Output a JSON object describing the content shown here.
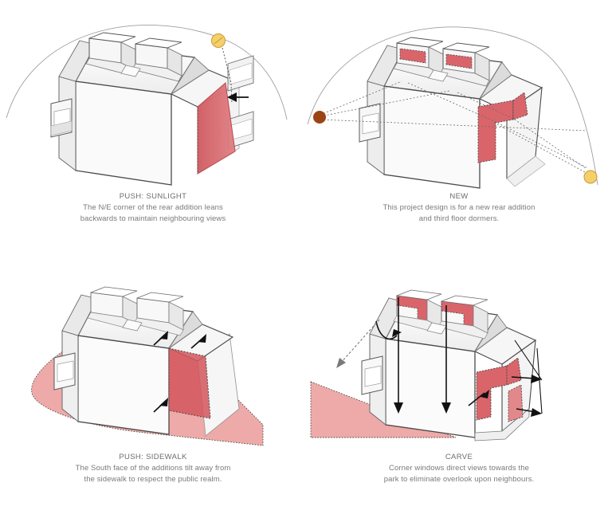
{
  "document": {
    "background_color": "#ffffff",
    "layout": "2x2 grid of axonometric architectural massing diagrams"
  },
  "palette": {
    "outline_dark": "#3a3a3a",
    "outline_mid": "#8c8c8c",
    "mass_white": "#ffffff",
    "mass_shade_light": "#f2f2f2",
    "mass_shade_mid": "#e4e4e4",
    "mass_shade_dark": "#cfcfcf",
    "accent_red": "#d9656b",
    "accent_red_dark": "#cc5a60",
    "accent_pink": "#eeaaa8",
    "sun_yellow": "#f5cf6a",
    "sun_brown": "#9c4414",
    "arrow_black": "#111111",
    "text_grey": "#7a7a7a"
  },
  "panels": [
    {
      "id": "push-sunlight",
      "position": "top-left",
      "title": "PUSH: SUNLIGHT",
      "body_lines": [
        "The N/E corner of the rear addition leans",
        "backwards to maintain neighbouring views"
      ],
      "annotations": {
        "sun_marker": "sun-disc-yellow",
        "sun_path": "arc",
        "arrow": "push-arrow-left",
        "highlight": "leaning rear gable face"
      }
    },
    {
      "id": "new",
      "position": "top-right",
      "title": "NEW",
      "body_lines": [
        "This project design is for a new rear addition",
        "and third floor dormers."
      ],
      "annotations": {
        "sun_marker_rise": "sun-disc-brown",
        "sun_marker_set": "sun-disc-yellow",
        "sun_path": "arc",
        "sight_lines": "dotted",
        "highlight": "new dormer windows and rear addition glazing"
      }
    },
    {
      "id": "push-sidewalk",
      "position": "bottom-left",
      "title": "PUSH: SIDEWALK",
      "body_lines": [
        "The South face of the additions tilt away from",
        "the sidewalk to respect the public realm."
      ],
      "annotations": {
        "ground_plane": "sidewalk-pink-band",
        "arrows": "three-push-arrows-up-right",
        "highlight": "tilted south face"
      }
    },
    {
      "id": "carve",
      "position": "bottom-right",
      "title": "CARVE",
      "body_lines": [
        "Corner windows direct views towards the",
        "park to eliminate overlook upon neighbours."
      ],
      "annotations": {
        "ground_plane": "park-pink-wedge",
        "arrows": "view-direction-arrows",
        "highlight": "carved corner windows"
      }
    }
  ]
}
